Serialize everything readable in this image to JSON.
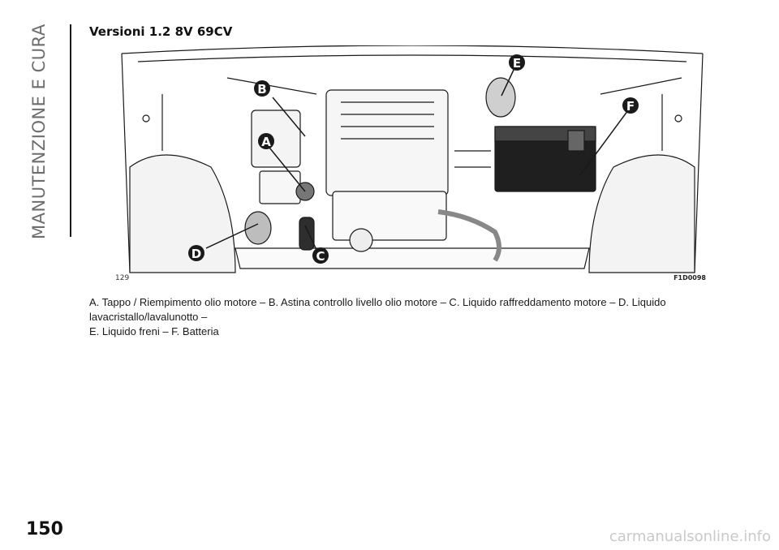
{
  "sidebar": {
    "section": "MANUTENZIONE E CURA"
  },
  "heading": {
    "title": "Versioni 1.2 8V 69CV"
  },
  "figure": {
    "number": "129",
    "code": "F1D0098",
    "callouts": [
      "A",
      "B",
      "C",
      "D",
      "E",
      "F"
    ]
  },
  "caption": {
    "line1": "A. Tappo / Riempimento olio motore – B. Astina controllo livello olio motore – C. Liquido raffreddamento motore – D. Liquido lavacristallo/lavalunotto –",
    "line2": "E. Liquido freni – F. Batteria"
  },
  "page": {
    "number": "150"
  },
  "watermark": {
    "text": "carmanualsonline.info"
  }
}
